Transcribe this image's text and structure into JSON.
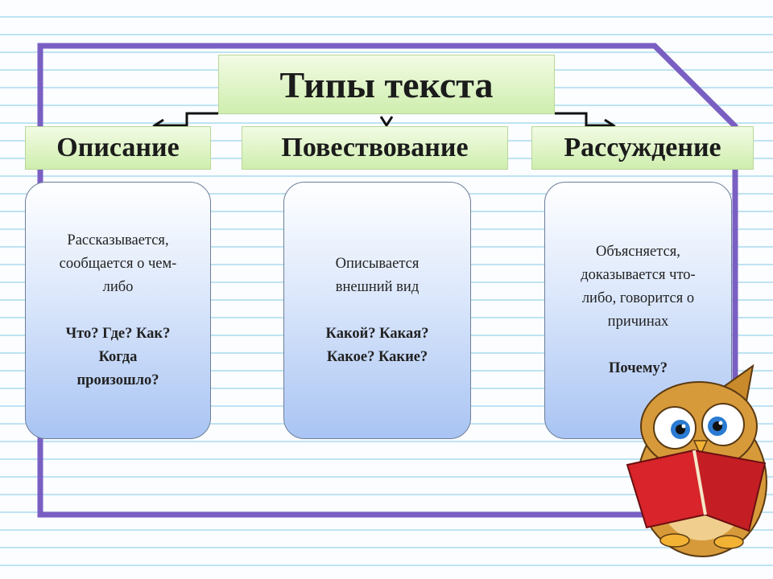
{
  "title": "Типы текста",
  "columns": [
    {
      "heading": "Описание",
      "description": "Рассказывается,\nсообщается о чем-\nлибо",
      "questions": "Что? Где? Как?\nКогда\nпроизошло?"
    },
    {
      "heading": "Повествование",
      "description": "Описывается\nвнешний вид",
      "questions": "Какой? Какая?\nКакое? Какие?"
    },
    {
      "heading": "Рассуждение",
      "description": "Объясняется,\nдоказывается что-\nлибо, говорится о\nпричинах",
      "questions": "Почему?"
    }
  ],
  "colors": {
    "frame": "#7a5fc3",
    "header_fill": "#d8f2bd",
    "card_fill": "#b8cff5",
    "card_border": "#6d7f99"
  },
  "icons": [
    "owl-reading-book-icon"
  ]
}
